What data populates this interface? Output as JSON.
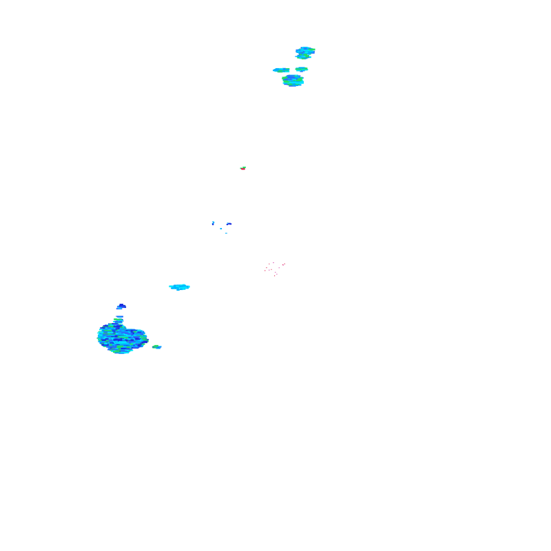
{
  "layer": {
    "type": "radar-reflectivity-overlay",
    "background": "#ffffff",
    "palette": {
      "light": "#00e5ff",
      "moderate": "#00b0ff",
      "medium": "#2a6cff",
      "heavy": "#1a2fe0",
      "green": "#22dd66",
      "red": "#e0204a",
      "magenta": "#d02aa0"
    },
    "echo_regions": [
      {
        "name": "echo-cluster-north-top",
        "intensity_mix": [
          "light",
          "moderate",
          "green",
          "medium"
        ]
      },
      {
        "name": "echo-cluster-north-lower",
        "intensity_mix": [
          "moderate",
          "light",
          "medium",
          "green"
        ]
      },
      {
        "name": "echo-fleck-center",
        "intensity_mix": [
          "green",
          "red"
        ]
      },
      {
        "name": "echo-specks-mid",
        "intensity_mix": [
          "heavy",
          "moderate"
        ]
      },
      {
        "name": "clutter-dots-center",
        "intensity_mix": [
          "magenta",
          "red"
        ]
      },
      {
        "name": "echo-band-west",
        "intensity_mix": [
          "light",
          "moderate"
        ]
      },
      {
        "name": "echo-mass-southwest",
        "intensity_mix": [
          "moderate",
          "light",
          "medium",
          "heavy",
          "green"
        ]
      }
    ]
  }
}
